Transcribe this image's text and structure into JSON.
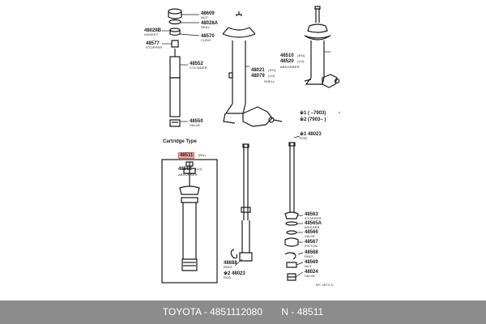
{
  "diagram": {
    "top_left_parts": [
      {
        "number": "48609",
        "desc": "NUT"
      },
      {
        "number": "48028A",
        "desc": "SEAL"
      },
      {
        "number": "48028B",
        "desc": "GASKET"
      },
      {
        "number": "48570",
        "desc": "CUSH."
      },
      {
        "number": "48577",
        "desc": "STOPPER"
      },
      {
        "number": "48552",
        "desc": "CYLINDER"
      },
      {
        "number": "48550",
        "desc": "VALVE"
      }
    ],
    "top_center_parts": [
      {
        "number": "48021",
        "desc": "(RH)"
      },
      {
        "number": "48079",
        "desc": "(LH)"
      },
      {
        "number": "",
        "desc": "SHELL"
      }
    ],
    "top_right_parts": [
      {
        "number": "48510",
        "desc": "(RH)"
      },
      {
        "number": "48520",
        "desc": "(LH)"
      },
      {
        "number": "",
        "desc": "ABSORBER"
      }
    ],
    "date_notes": [
      "※1 (  –7903)",
      "※2 (7903–  )"
    ],
    "cartridge": {
      "title": "Cartridge Type",
      "part_highlight": "48511",
      "part_suffix": "(RH)",
      "part_second": "48512",
      "part_second_suffix": "(LH)",
      "desc": "ABSORBER"
    },
    "bottom_center_parts": [
      {
        "number": "48688",
        "desc": "RING"
      },
      {
        "number": "※2 48023",
        "desc": "ROD"
      }
    ],
    "bottom_right_parts": [
      {
        "number": "※1 48023",
        "desc": "ROD"
      },
      {
        "number": "48563",
        "desc": "STOPPER"
      },
      {
        "number": "48565A",
        "desc": "WASHER"
      },
      {
        "number": "48566",
        "desc": "VALVE"
      },
      {
        "number": "48567",
        "desc": "PISTON"
      },
      {
        "number": "48568",
        "desc": "RING"
      },
      {
        "number": "48569",
        "desc": "NUT"
      },
      {
        "number": "48024",
        "desc": "VALVE"
      }
    ],
    "corner_code": "RC 2874-C"
  },
  "caption": {
    "brand": "TOYOTA",
    "sep": "-",
    "part_no": "4851112080",
    "n_label": "N - 48511"
  },
  "colors": {
    "caption_bar": "#8c8c8c",
    "highlight": "#f3a8a8",
    "line_art": "#1a1a1a"
  }
}
